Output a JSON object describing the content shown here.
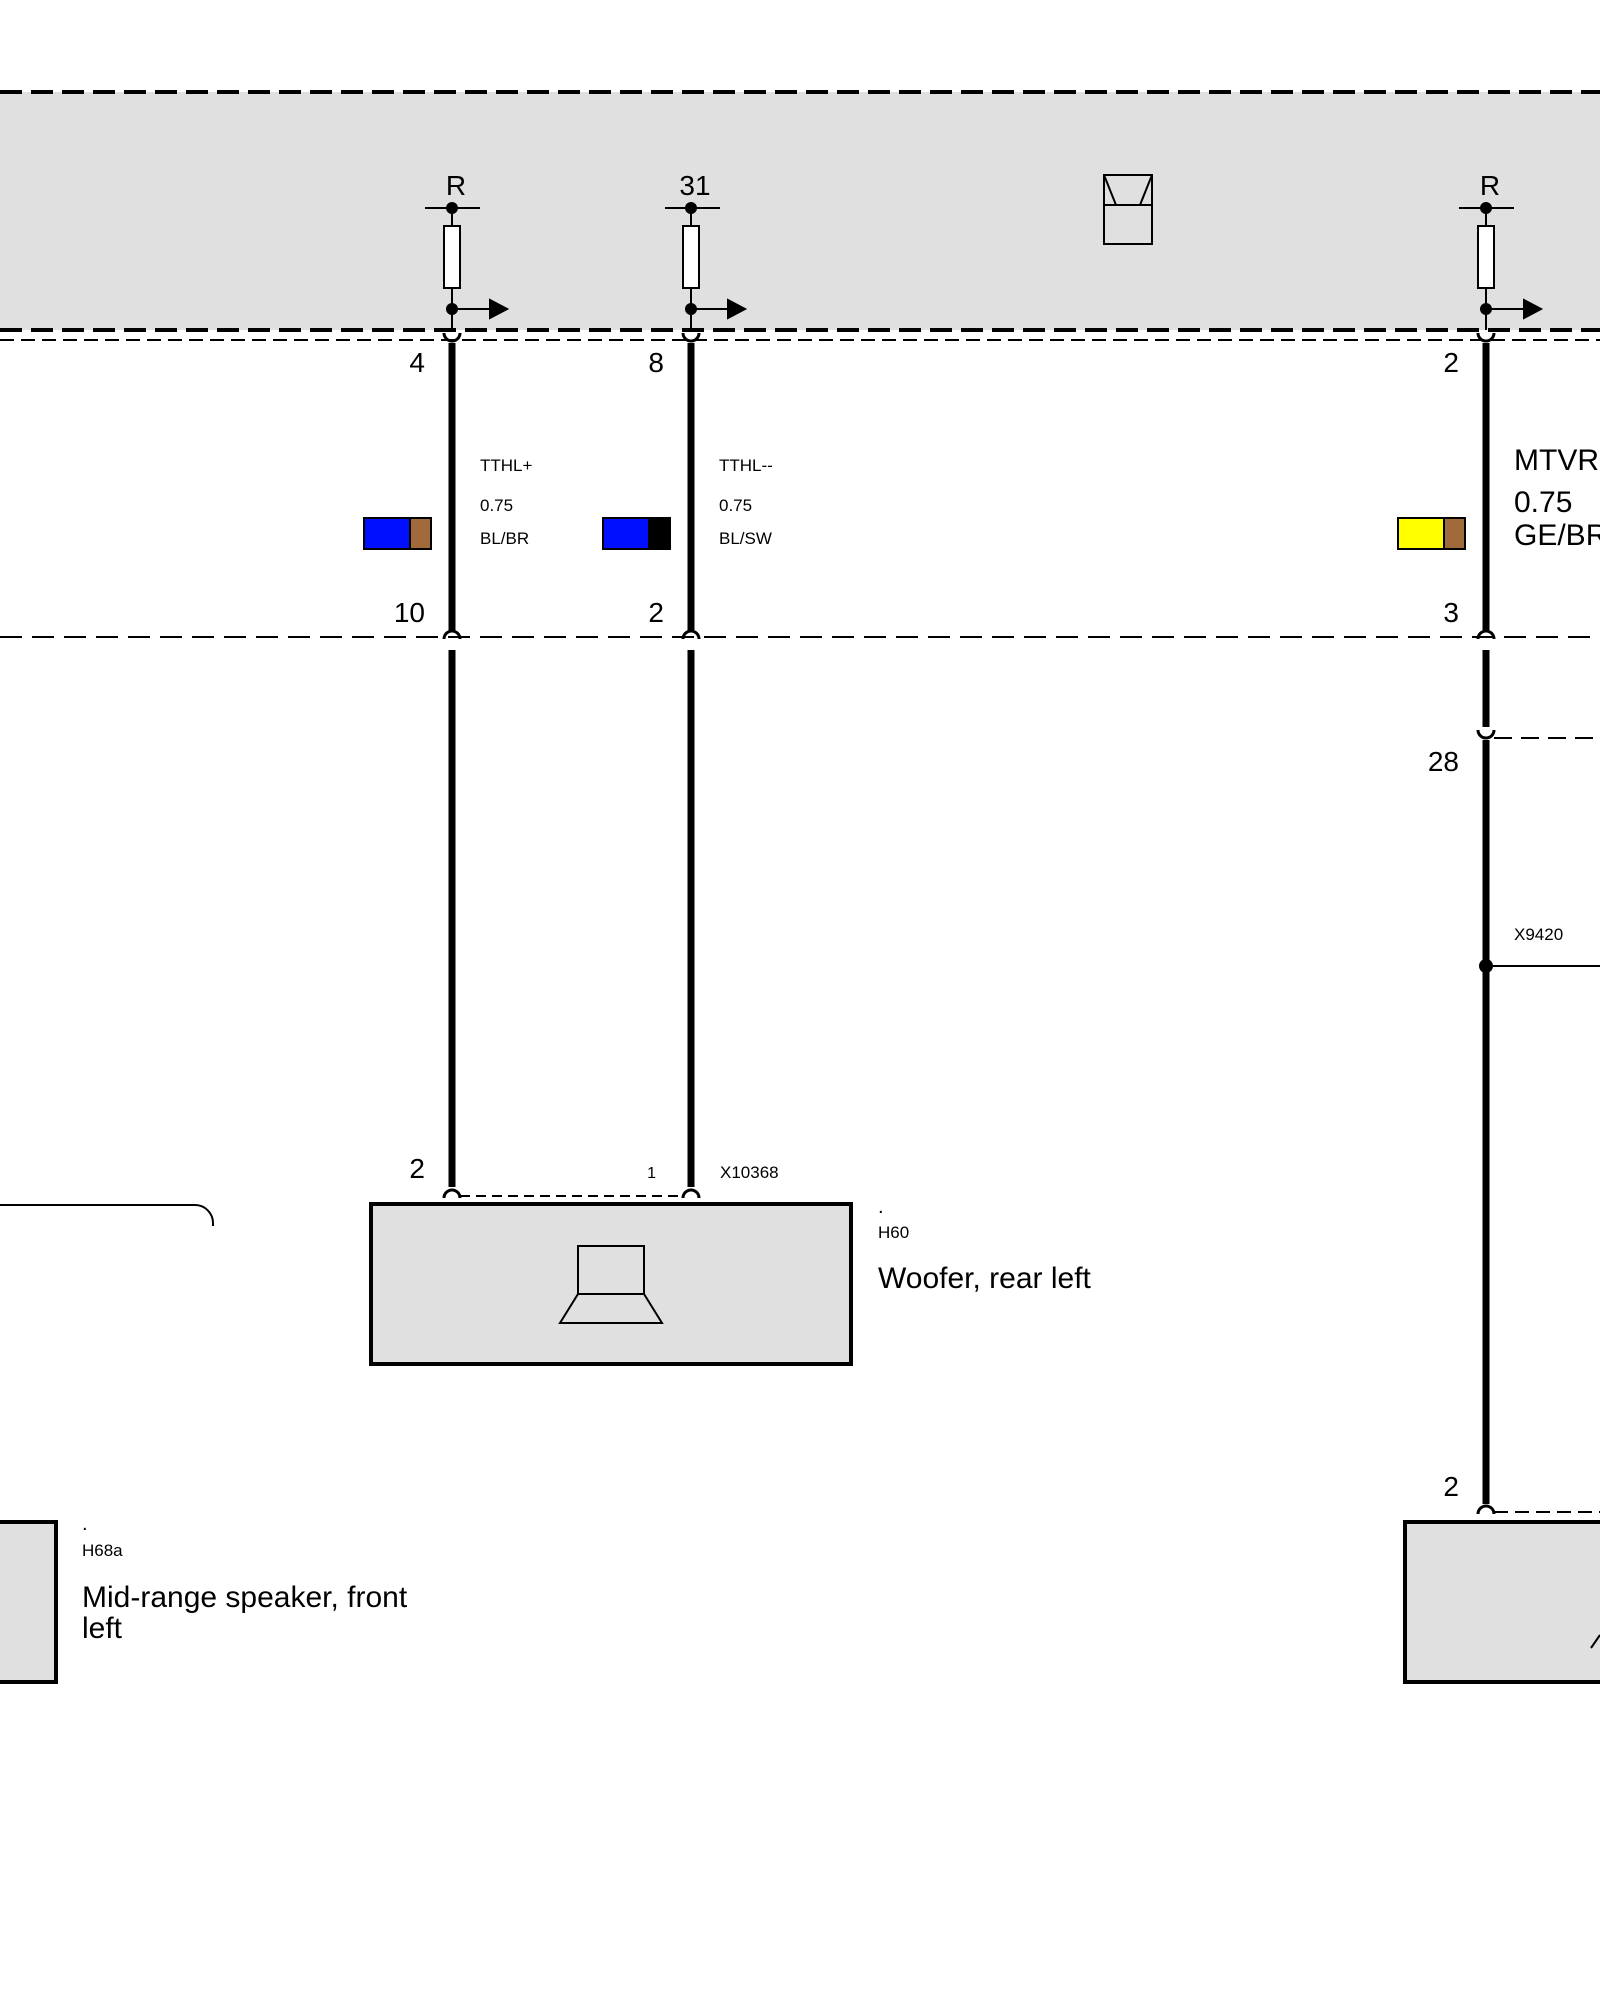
{
  "colors": {
    "module_fill": "#e0e0e0",
    "wire": "#000000",
    "blue": "#0010ff",
    "brown": "#a06a3a",
    "black": "#000000",
    "yellow": "#ffff00"
  },
  "top_module": {
    "terminals": [
      "R",
      "31",
      "R"
    ],
    "module_icon": "connector-housing-icon"
  },
  "wires": [
    {
      "top_pin": "4",
      "signal": "TTHL+",
      "gauge": "0.75",
      "color_code": "BL/BR",
      "color_swatch": [
        "#0010ff",
        "#a06a3a"
      ],
      "mid_pin": "10",
      "bottom_pin": "2"
    },
    {
      "top_pin": "8",
      "signal": "TTHL--",
      "gauge": "0.75",
      "color_code": "BL/SW",
      "color_swatch": [
        "#0010ff",
        "#000000"
      ],
      "mid_pin": "2",
      "bottom_pin": "1",
      "connector": "X10368"
    },
    {
      "top_pin": "2",
      "signal": "MTVR",
      "gauge": "0.75",
      "color_code": "GE/BR",
      "color_swatch": [
        "#ffff00",
        "#a06a3a"
      ],
      "mid_pin": "3",
      "lower_pin": "28",
      "splice": "X9420",
      "bottom_pin": "2"
    }
  ],
  "components": {
    "woofer": {
      "dot": ".",
      "code": "H60",
      "name": "Woofer, rear left",
      "icon": "speaker-icon"
    },
    "midrange": {
      "dot": ".",
      "code": "H68a",
      "name_line1": "Mid-range speaker, front",
      "name_line2": "left"
    }
  }
}
